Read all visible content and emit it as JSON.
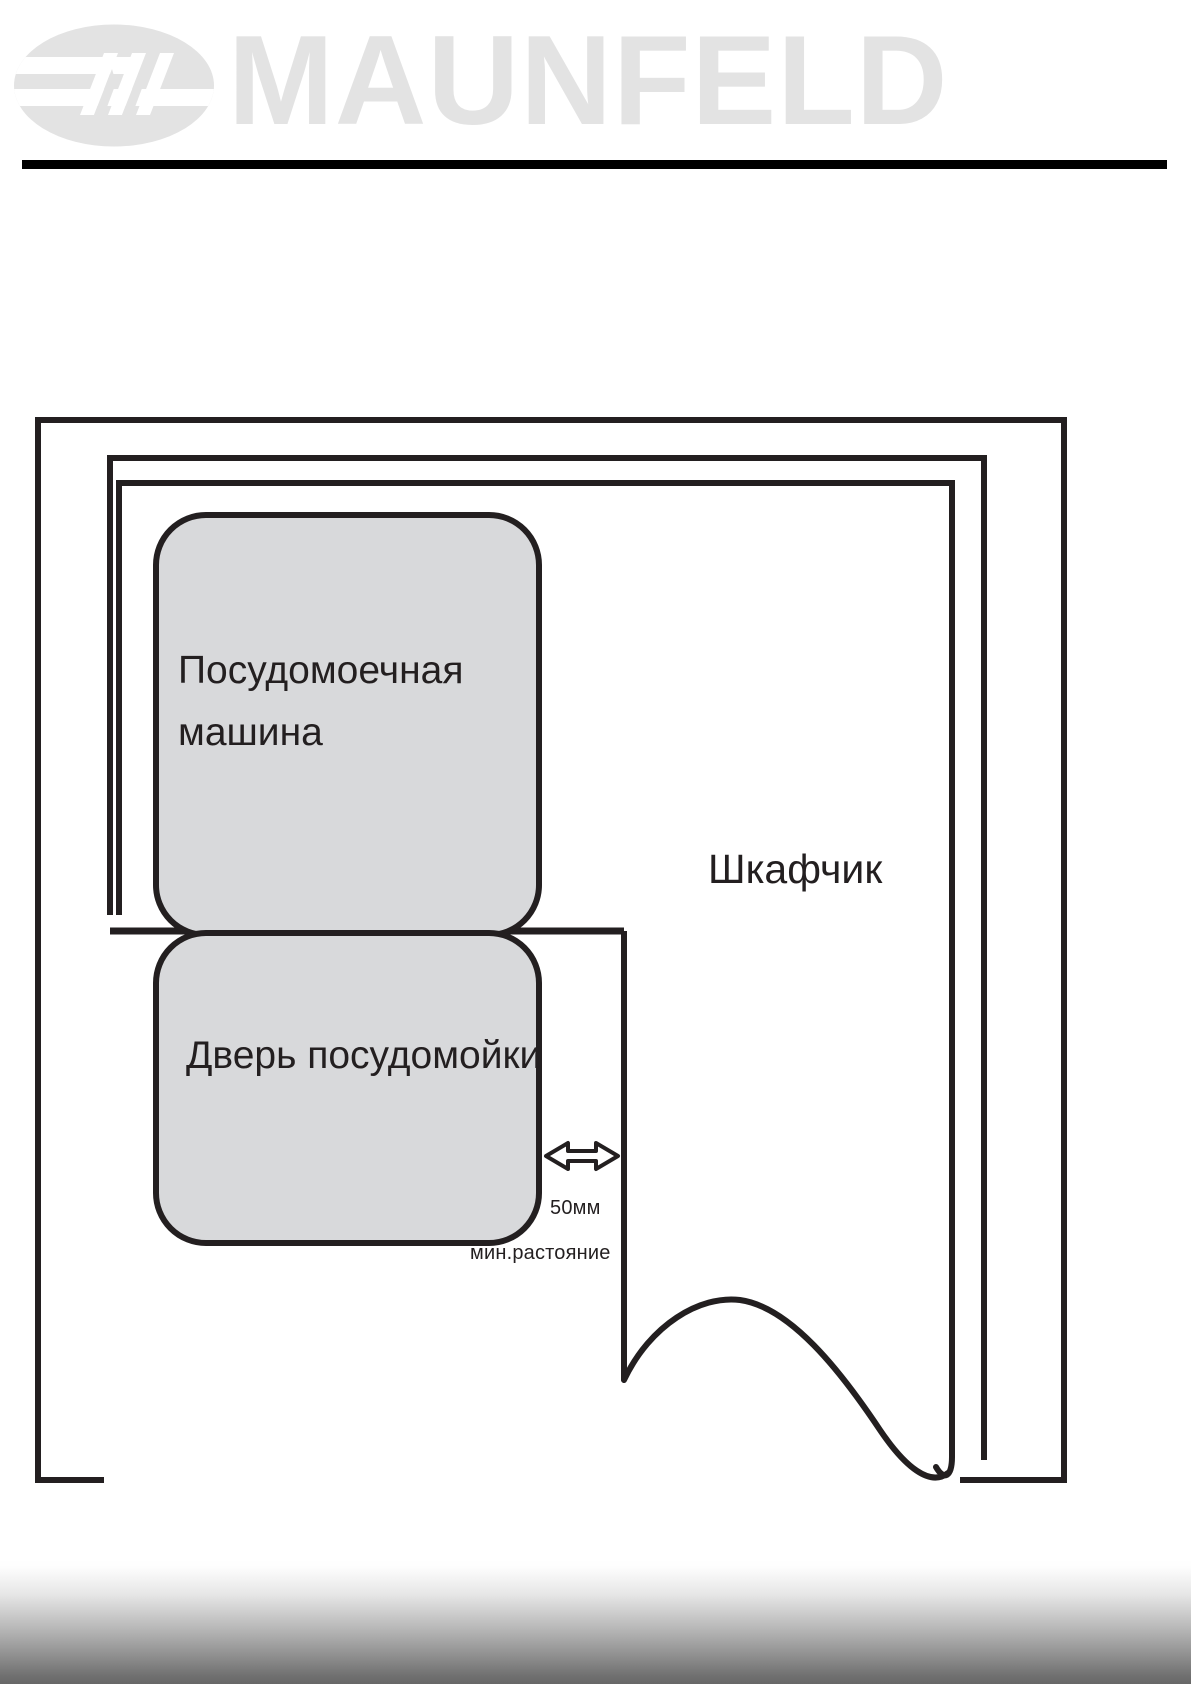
{
  "header": {
    "brand_name": "MAUNFELD",
    "logo_icon": "maunfeld-ellipse-m-logo",
    "brand_color": "#e3e3e3",
    "rule_color": "#000000"
  },
  "diagram": {
    "type": "installation-plan",
    "title": "",
    "outer_frame_label": "niche-outline",
    "cabinet": {
      "label": "Шкафчик",
      "shape": "nested-rectangles-with-torn-edge"
    },
    "dishwasher": {
      "label": "Посудомоечная машина",
      "fill": "#d8d9db",
      "stroke": "#231f20"
    },
    "door": {
      "label": "Дверь посудомойки",
      "fill": "#d8d9db",
      "stroke": "#231f20"
    },
    "gap_dimension": {
      "value": "50мм",
      "note": "мин.растояние",
      "arrow_icon": "double-headed-horizontal-arrow"
    }
  },
  "footer": {
    "band_icon": "gradient-band"
  }
}
